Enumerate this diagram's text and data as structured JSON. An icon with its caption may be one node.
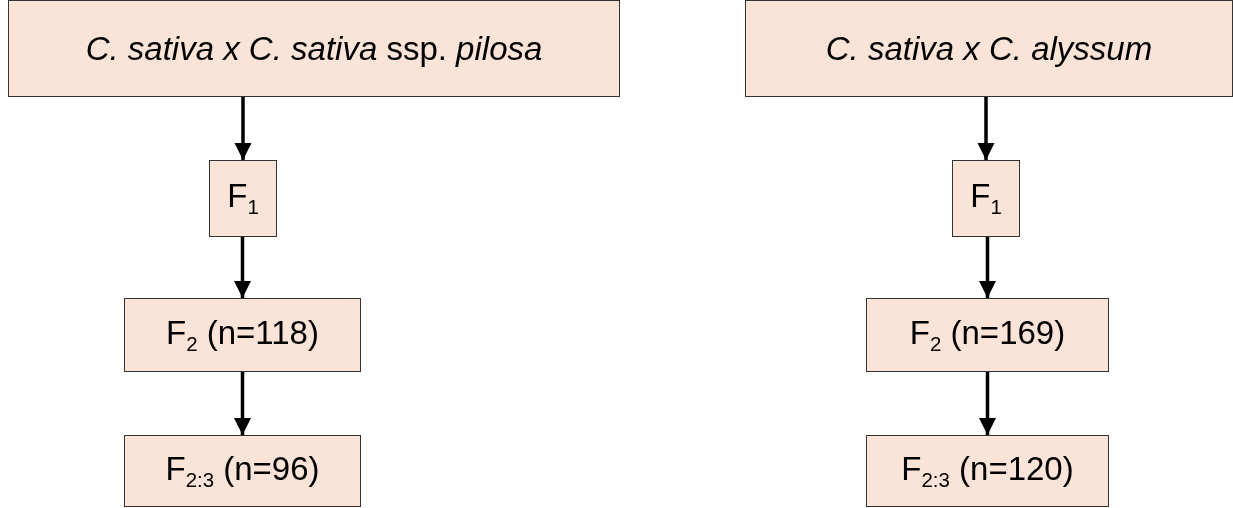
{
  "diagram": {
    "nodes": [
      {
        "text": [
          "*C. sativa x C. sativa* ssp. *pilosa*"
        ]
      },
      {
        "text": [
          "F$_{1}$"
        ]
      },
      {
        "text": [
          "F$_{2}$ (n=118)"
        ]
      },
      {
        "text": [
          "F$_{2:3}$ (n=96)"
        ]
      },
      {
        "text": [
          "C. sativa x C. alyssum"
        ]
      },
      {
        "text": [
          "F$_{1}$"
        ]
      },
      {
        "text": [
          "F$_{2}$ (n=169)"
        ]
      },
      {
        "text": [
          "F$_{2:3}$ (n=120)"
        ]
      }
    ],
    "edges": [
      {
        "from": 0,
        "to": 1,
        "arrow": "to"
      },
      {
        "from": 1,
        "to": 2,
        "arrow": "to"
      },
      {
        "from": 2,
        "to": 3,
        "arrow": "to"
      },
      {
        "from": 4,
        "to": 5,
        "arrow": "to"
      },
      {
        "from": 5,
        "to": 6,
        "arrow": "to"
      },
      {
        "from": 6,
        "to": 7,
        "arrow": "to"
      }
    ]
  }
}
